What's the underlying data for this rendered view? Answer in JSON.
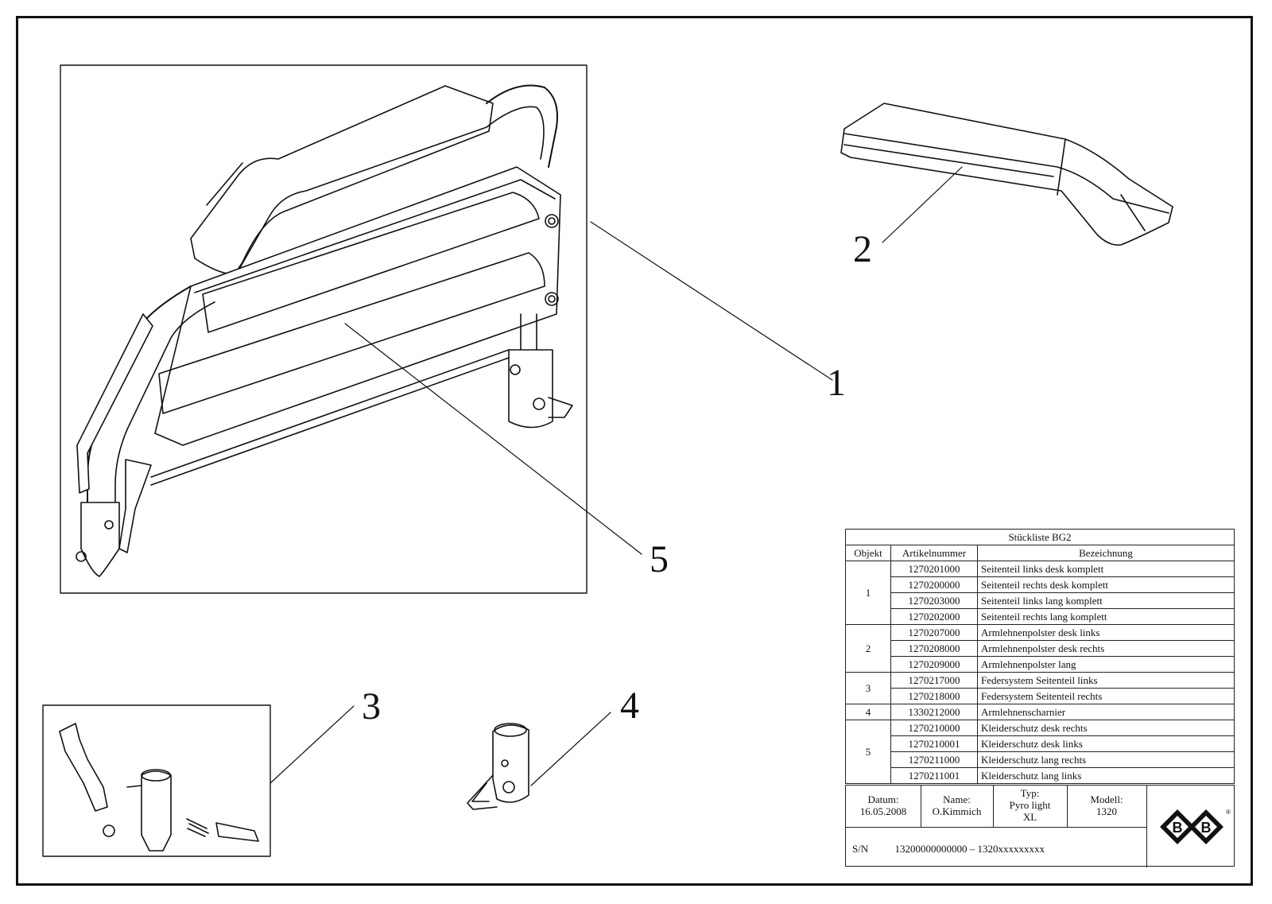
{
  "callouts": {
    "c1": "1",
    "c2": "2",
    "c3": "3",
    "c4": "4",
    "c5": "5"
  },
  "parts_list": {
    "title": "Stückliste BG2",
    "headers": [
      "Objekt",
      "Artikelnummer",
      "Bezeichnung"
    ],
    "groups": [
      {
        "objekt": "1",
        "rows": [
          {
            "artikel": "1270201000",
            "bez": "Seitenteil links desk komplett"
          },
          {
            "artikel": "1270200000",
            "bez": "Seitenteil rechts desk komplett"
          },
          {
            "artikel": "1270203000",
            "bez": "Seitenteil links lang komplett"
          },
          {
            "artikel": "1270202000",
            "bez": "Seitenteil rechts lang komplett"
          }
        ]
      },
      {
        "objekt": "2",
        "rows": [
          {
            "artikel": "1270207000",
            "bez": "Armlehnenpolster desk links"
          },
          {
            "artikel": "1270208000",
            "bez": "Armlehnenpolster desk rechts"
          },
          {
            "artikel": "1270209000",
            "bez": "Armlehnenpolster lang"
          }
        ]
      },
      {
        "objekt": "3",
        "rows": [
          {
            "artikel": "1270217000",
            "bez": "Federsystem Seitenteil links"
          },
          {
            "artikel": "1270218000",
            "bez": "Federsystem Seitenteil rechts"
          }
        ]
      },
      {
        "objekt": "4",
        "rows": [
          {
            "artikel": "1330212000",
            "bez": "Armlehnenscharnier"
          }
        ]
      },
      {
        "objekt": "5",
        "rows": [
          {
            "artikel": "1270210000",
            "bez": "Kleiderschutz desk rechts"
          },
          {
            "artikel": "1270210001",
            "bez": "Kleiderschutz desk links"
          },
          {
            "artikel": "1270211000",
            "bez": "Kleiderschutz lang rechts"
          },
          {
            "artikel": "1270211001",
            "bez": "Kleiderschutz lang links"
          }
        ]
      }
    ]
  },
  "title_block": {
    "datum_label": "Datum:",
    "datum_value": "16.05.2008",
    "name_label": "Name:",
    "name_value": "O.Kimmich",
    "typ_label": "Typ:",
    "typ_value_1": "Pyro light",
    "typ_value_2": "XL",
    "modell_label": "Modell:",
    "modell_value": "1320",
    "sn_label": "S/N",
    "sn_value": "13200000000000 – 1320xxxxxxxxx",
    "logo_letter": "B",
    "logo_symbol": "®"
  }
}
